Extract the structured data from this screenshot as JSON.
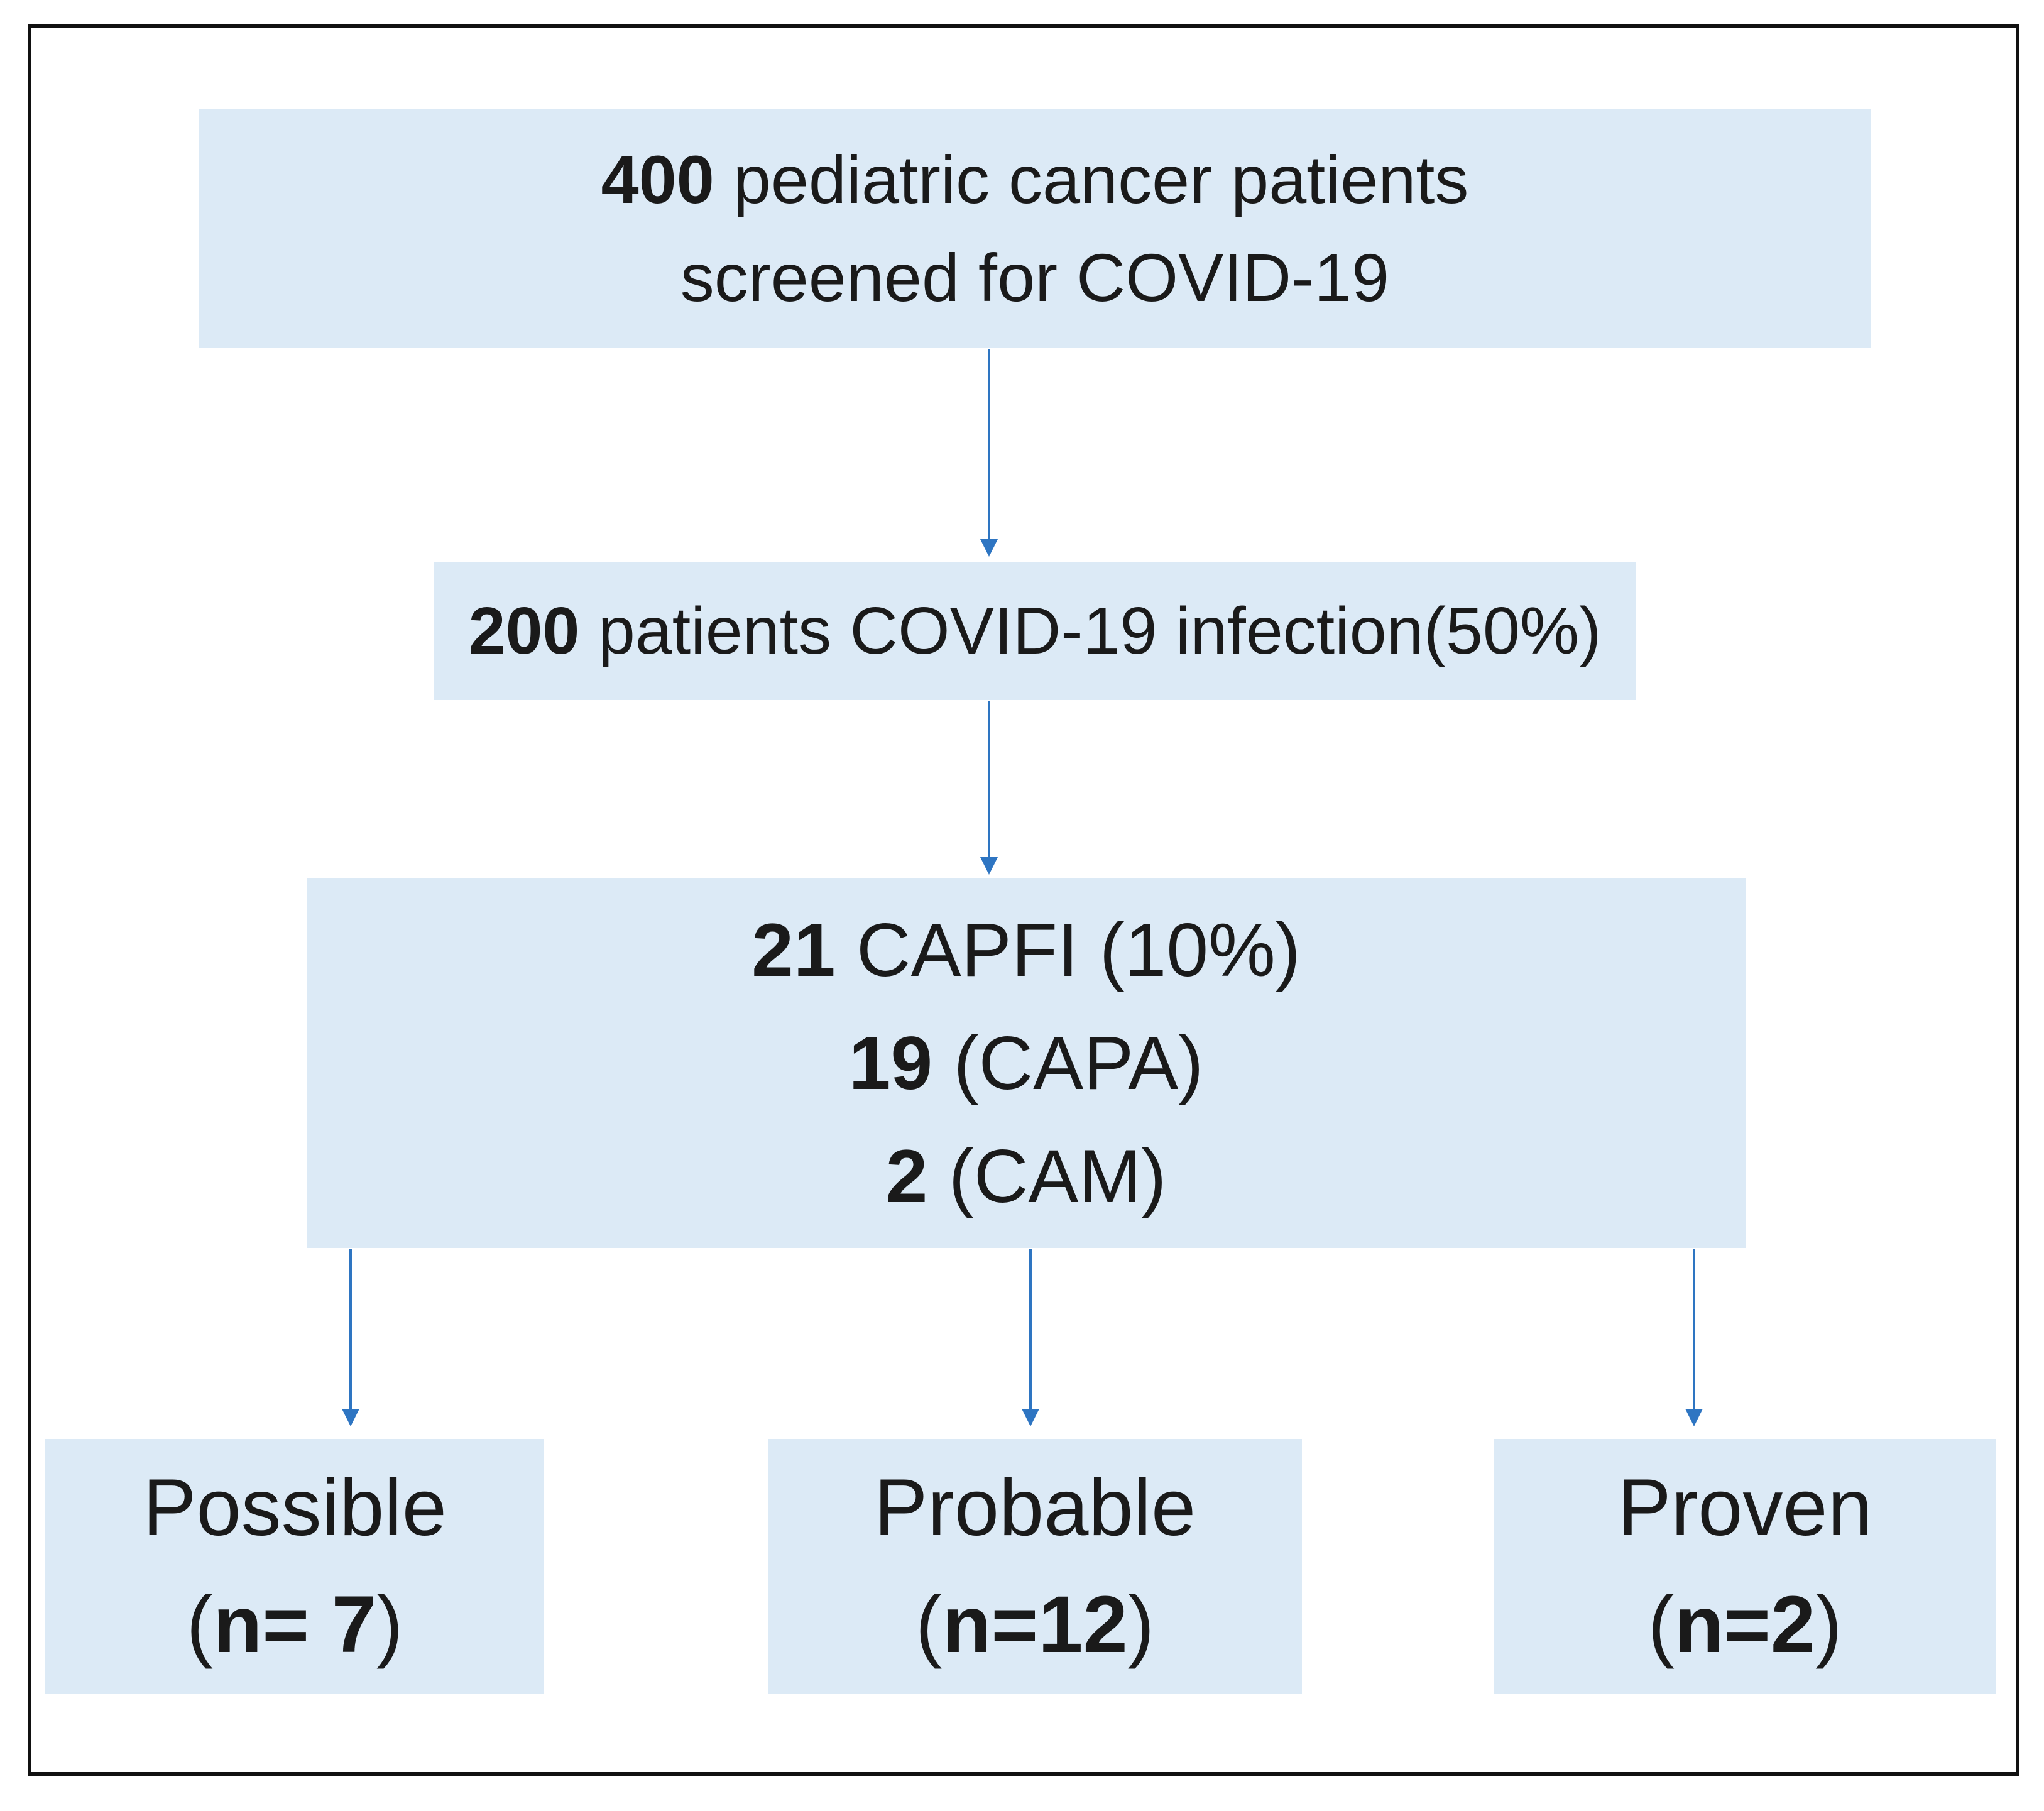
{
  "nodes": {
    "screened": {
      "count": "400",
      "text_line1": " pediatric cancer patients",
      "text_line2": "screened for COVID-19"
    },
    "infected": {
      "count": "200",
      "text": " patients COVID-19 infection(50%)"
    },
    "capfi": {
      "total_count": "21",
      "total_text": " CAPFI (10%)",
      "capa_count": "19",
      "capa_text": " (CAPA)",
      "cam_count": "2",
      "cam_text": " (CAM)"
    },
    "possible": {
      "label": "Possible",
      "n_open": "(",
      "n_value": "n= 7",
      "n_close": ")"
    },
    "probable": {
      "label": "Probable",
      "n_open": "(",
      "n_value": "n=12",
      "n_close": ")"
    },
    "proven": {
      "label": "Proven",
      "n_open": "(",
      "n_value": "n=2",
      "n_close": ")"
    }
  },
  "colors": {
    "box_fill": "#dceaf6",
    "arrow": "#2e75c2",
    "frame": "#111111",
    "text": "#1a1a1a"
  }
}
